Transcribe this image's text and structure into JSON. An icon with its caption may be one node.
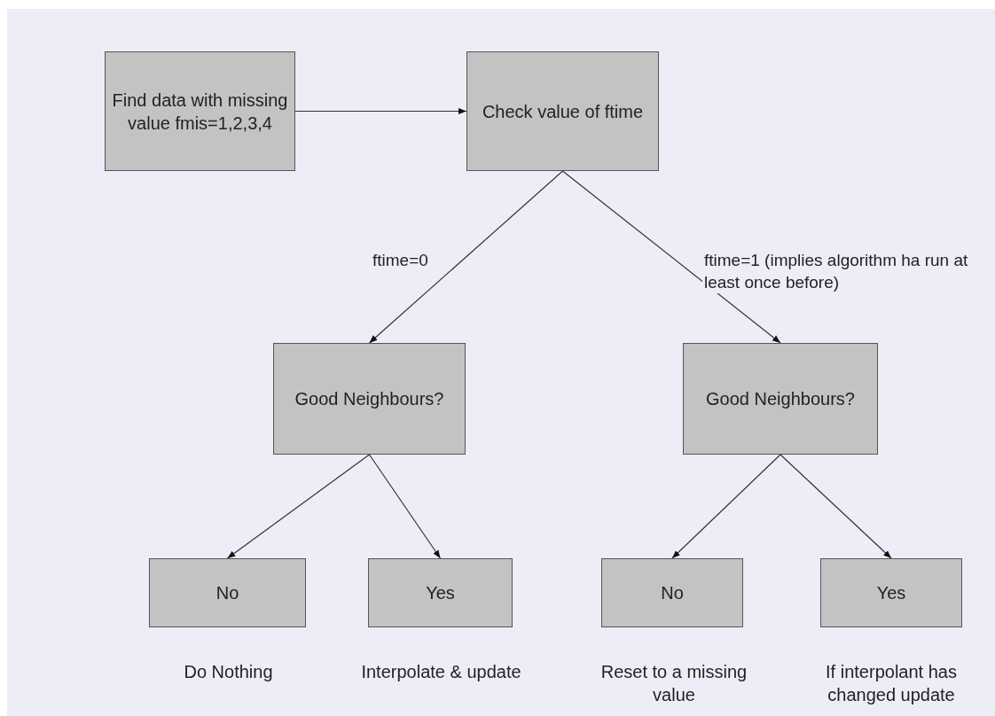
{
  "diagram": {
    "nodes": [
      {
        "text": [
          "Find data with missing value fmis=1,2,3,4"
        ]
      },
      {
        "text": [
          "Check value of ftime"
        ]
      },
      {
        "text": [
          "Good Neighbours?"
        ]
      },
      {
        "text": [
          "Good Neighbours?"
        ]
      },
      {
        "text": [
          "No"
        ],
        "beside": [
          "Do Nothing"
        ]
      },
      {
        "text": [
          "Yes"
        ],
        "beside": [
          "Interpolate & update"
        ]
      },
      {
        "text": [
          "No"
        ],
        "beside": [
          "Reset to a missing value"
        ]
      },
      {
        "text": [
          "Yes"
        ],
        "beside": [
          "If interpolant has changed update"
        ]
      }
    ],
    "edges": [
      {
        "from": 0,
        "to": 1,
        "arrow": "to"
      },
      {
        "from": 1,
        "to": 2,
        "arrow": "to",
        "label": "ftime=0"
      },
      {
        "from": 1,
        "to": 3,
        "arrow": "to",
        "label": "ftime=1 (implies algorithm ha run at least once before)"
      },
      {
        "from": 2,
        "to": 4,
        "arrow": "to"
      },
      {
        "from": 2,
        "to": 5,
        "arrow": "to"
      },
      {
        "from": 3,
        "to": 6,
        "arrow": "to"
      },
      {
        "from": 3,
        "to": 7,
        "arrow": "to"
      }
    ]
  }
}
